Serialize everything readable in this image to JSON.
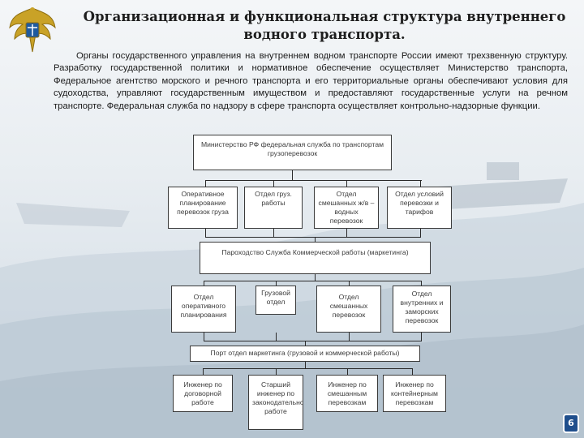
{
  "slide": {
    "title": "Организационная и функциональная структура внутреннего водного транспорта.",
    "paragraph": "Органы государственного управления на внутреннем водном транспорте России имеют трехзвенную структуру. Разработку  государственной политики и нормативное обеспечение осуществляет Министерство транспорта, Федеральное агентство морского и речного транспорта и его территориальные органы обеспечивают условия для судоходства, управляют государственным имуществом и предоставляют государственные услуги на речном транспорте. Федеральная служба по надзору в сфере транспорта осуществляет контрольно-надзорные функции.",
    "page_number": "6"
  },
  "org_chart": {
    "top": "Министерство РФ федеральная служба по транспортам грузоперевозок",
    "level1": [
      "Оперативное планирование перевозок груза",
      "Отдел груз. работы",
      "Отдел смешанных ж/в – водных перевозок",
      "Отдел условий перевозки и тарифов"
    ],
    "mid": "Пароходство Служба Коммерческой работы (маркетинга)",
    "level2": [
      "Отдел оперативного планирования",
      "Грузовой отдел",
      "Отдел смешанных перевозок",
      "Отдел внутренних и заморских перевозок"
    ],
    "port": "Порт отдел маркетинга (грузовой и коммерческой работы)",
    "level3": [
      "Инженер по договорной работе",
      "Старший инженер по законодательной работе",
      "Инженер по смешанным перевозкам",
      "Инженер по контейнерным перевозкам"
    ]
  },
  "colors": {
    "badge": "#1f4e8c",
    "emblem_gold": "#c9a227",
    "emblem_blue": "#1f5a9e"
  }
}
